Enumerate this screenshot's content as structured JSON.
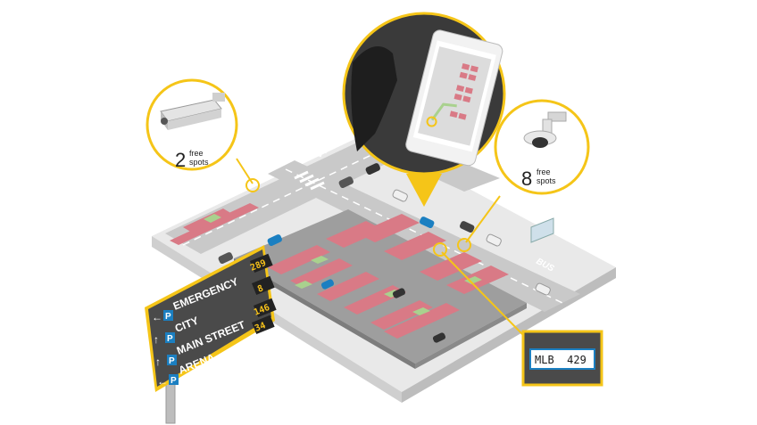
{
  "camera_left": {
    "count": "2",
    "line1": "free",
    "line2": "spots",
    "icon": "box-camera-icon"
  },
  "camera_right": {
    "count": "8",
    "line1": "free",
    "line2": "spots",
    "icon": "dome-camera-icon"
  },
  "phone": {
    "icon": "smartphone-map-icon"
  },
  "road_marking": "BUS",
  "license_plate": "MLB  429",
  "sign": {
    "rows": [
      {
        "arrow": "←",
        "label": "EMERGENCY",
        "count": "289"
      },
      {
        "arrow": "↑",
        "label": "CITY",
        "count": "8"
      },
      {
        "arrow": "↑",
        "label": "MAIN STREET",
        "count": "146"
      },
      {
        "arrow": "←",
        "label": "ARENA",
        "count": "34"
      }
    ],
    "p_icon": "P"
  },
  "colors": {
    "accent": "#f5c518",
    "occupied": "#d97a86",
    "free": "#a9d18e",
    "sign_blue": "#1b7fc1",
    "ground": "#d7d7d7"
  }
}
